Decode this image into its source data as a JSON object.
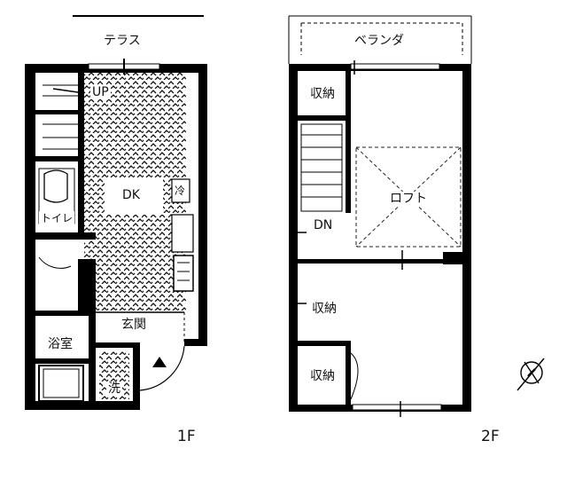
{
  "floors": [
    {
      "label": "1F",
      "rooms": {
        "terrace": "テラス",
        "up": "UP",
        "dk": "DK",
        "fridge": "冷",
        "toilet": "トイレ",
        "entrance": "玄関",
        "bath": "浴室",
        "wash": "洗"
      }
    },
    {
      "label": "2F",
      "rooms": {
        "veranda": "ベランダ",
        "storage_top": "収納",
        "dn": "DN",
        "loft": "ロフト",
        "storage_mid": "収納",
        "storage_bottom": "収納"
      }
    }
  ],
  "colors": {
    "wall": "#000000",
    "floor_pattern": "#111111",
    "background": "#ffffff",
    "dashed": "#222222"
  },
  "icons": [
    "compass-icon",
    "stair-icon",
    "door-swing-icon"
  ]
}
